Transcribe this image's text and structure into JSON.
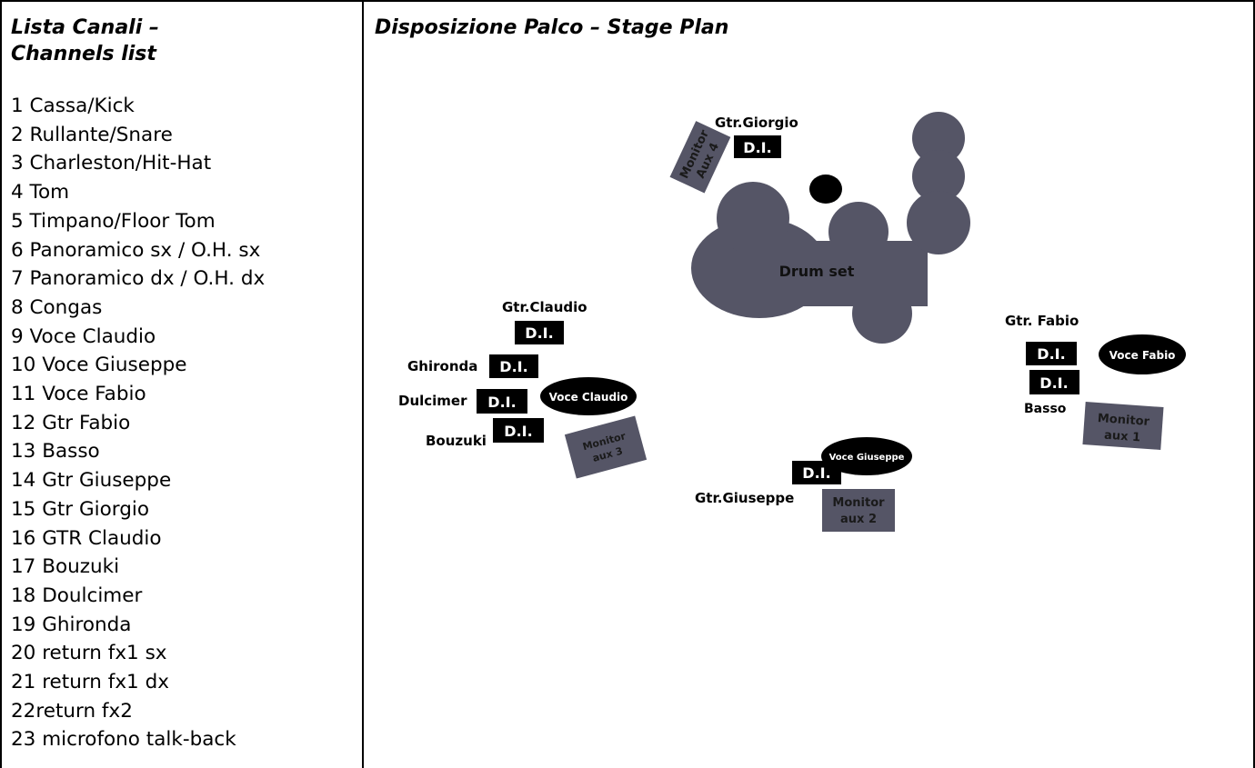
{
  "left_header": {
    "line1": "Lista Canali  –",
    "line2": "Channels list"
  },
  "right_header": "Disposizione Palco – Stage Plan",
  "channels": [
    "1 Cassa/Kick",
    "2 Rullante/Snare",
    "3 Charleston/Hit-Hat",
    "4 Tom",
    "5 Timpano/Floor Tom",
    "6 Panoramico sx / O.H. sx",
    "7 Panoramico dx / O.H. dx",
    "8 Congas",
    "9 Voce Claudio",
    "10 Voce Giuseppe",
    "11 Voce Fabio",
    "12 Gtr Fabio",
    "13 Basso",
    "14 Gtr Giuseppe",
    "15 Gtr Giorgio",
    "16 GTR Claudio",
    "17 Bouzuki",
    "18 Doulcimer",
    "19 Ghironda",
    "20 return fx1 sx",
    "21 return fx1 dx",
    "22return fx2",
    "23 microfono talk-back"
  ],
  "stage": {
    "drum_label": "Drum set",
    "di_label": "D.I.",
    "gtr_giorgio": "Gtr.Giorgio",
    "gtr_claudio": "Gtr.Claudio",
    "gtr_fabio": "Gtr. Fabio",
    "gtr_giuseppe": "Gtr.Giuseppe",
    "ghironda": "Ghironda",
    "dulcimer": "Dulcimer",
    "bouzuki": "Bouzuki",
    "basso": "Basso",
    "voce_claudio": "Voce Claudio",
    "voce_fabio": "Voce Fabio",
    "voce_giuseppe": "Voce Giuseppe",
    "monitor_aux4": {
      "line1": "Monitor",
      "line2": "Aux 4"
    },
    "monitor_aux3": {
      "line1": "Monitor",
      "line2": "aux 3"
    },
    "monitor_aux2": {
      "line1": "Monitor",
      "line2": "aux 2"
    },
    "monitor_aux1": {
      "line1": "Monitor",
      "line2": "aux 1"
    }
  },
  "colors": {
    "stage_gray": "#555566",
    "monitor_text": "#1a1a1a",
    "black": "#000000",
    "white": "#ffffff"
  }
}
